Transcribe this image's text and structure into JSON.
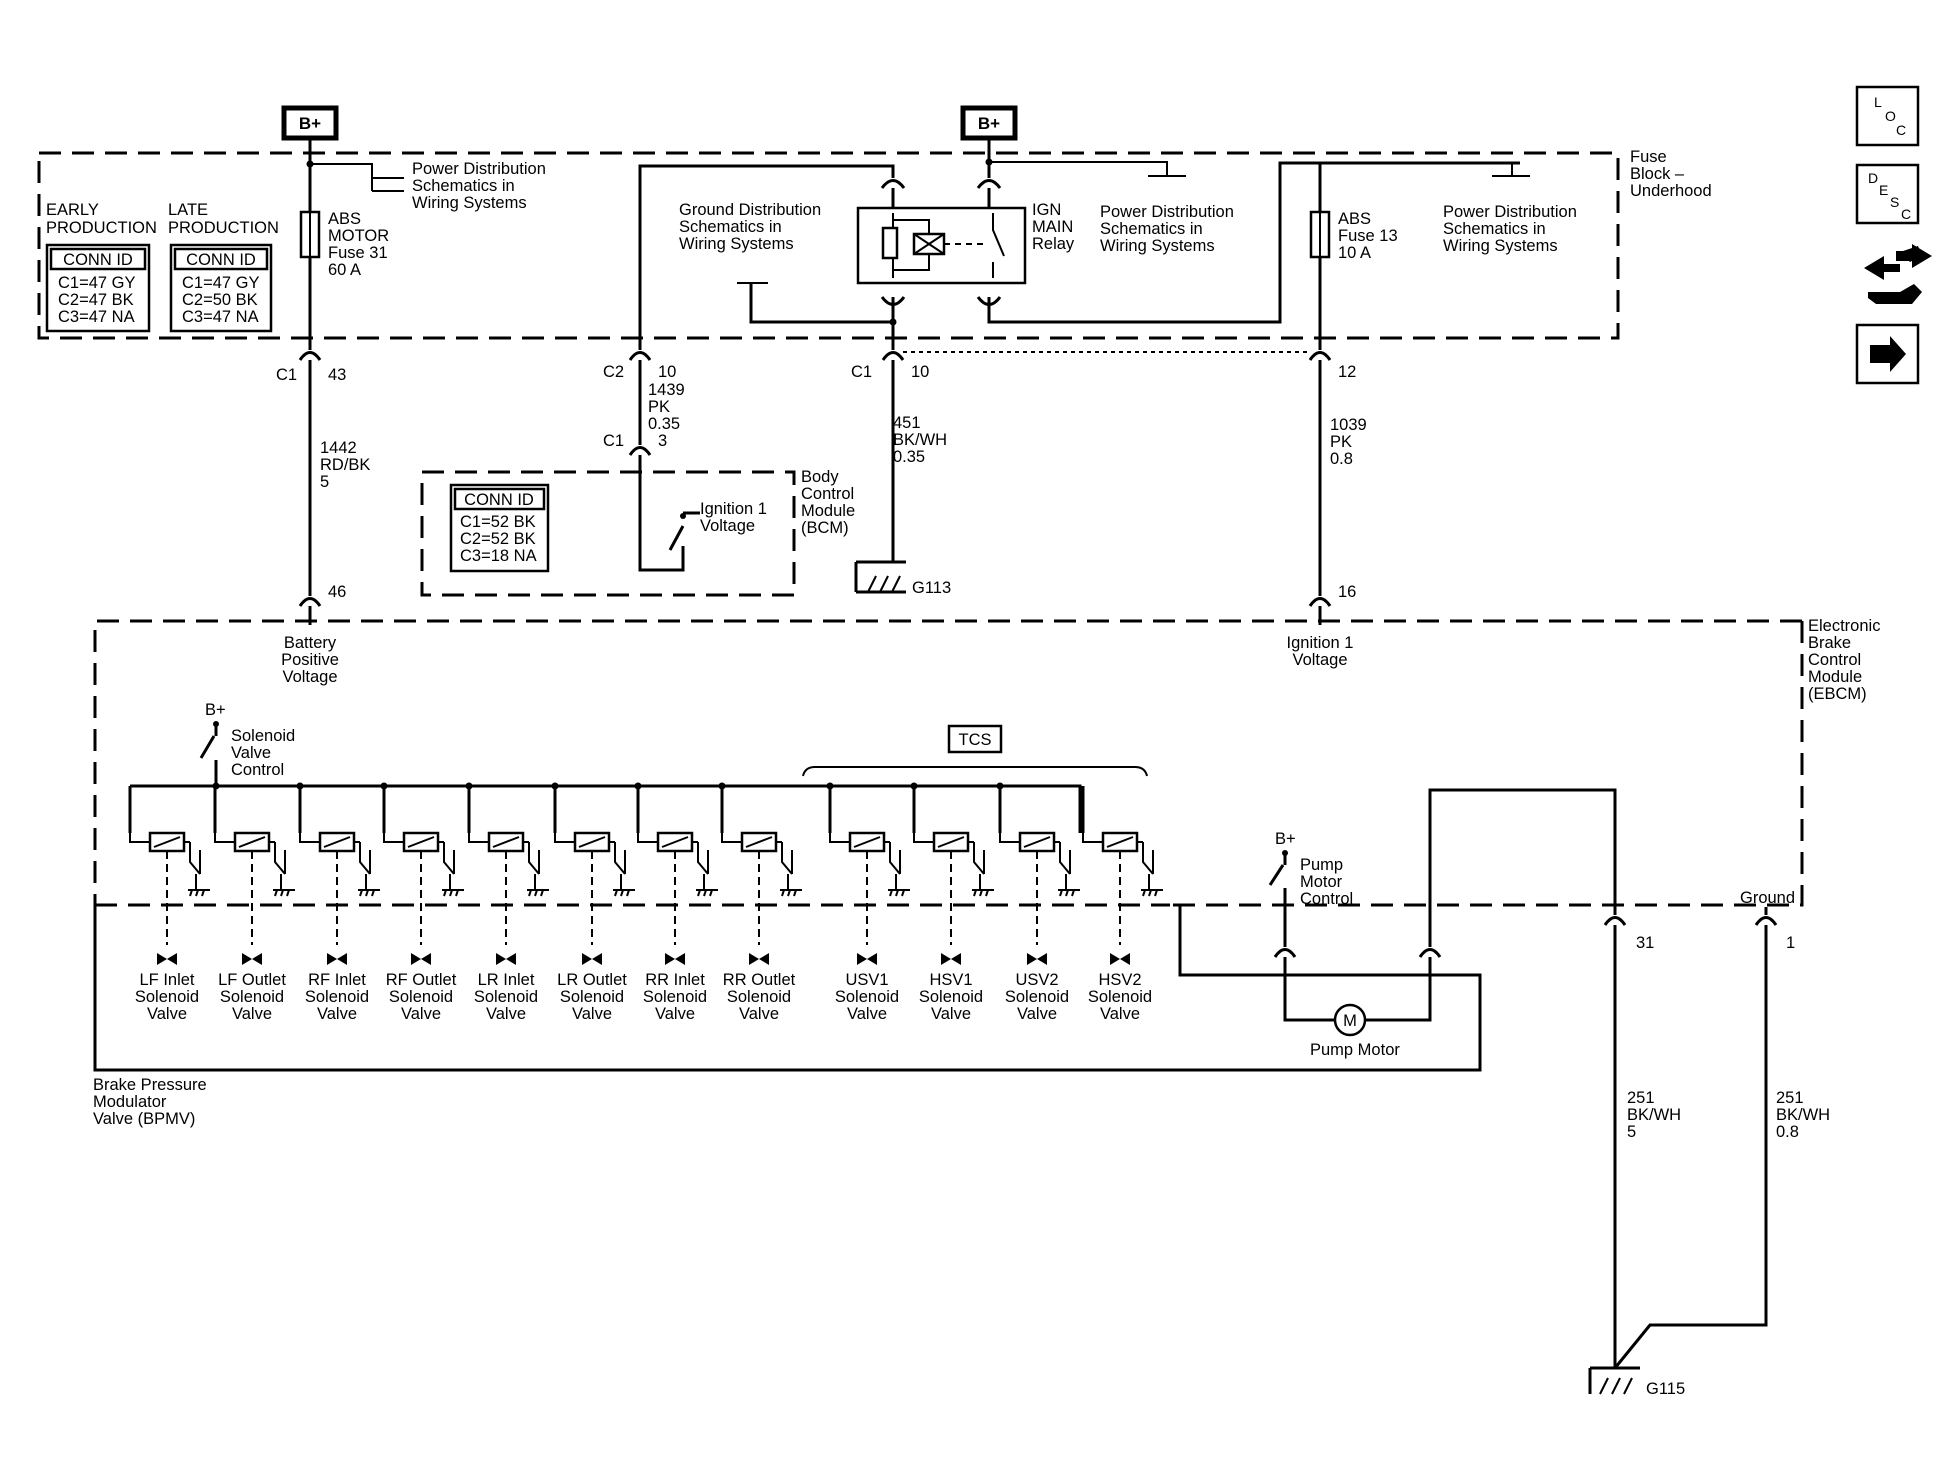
{
  "supply": {
    "bplus_left": "B+",
    "bplus_right": "B+",
    "bplus_solenoid": "B+",
    "bplus_pump": "B+"
  },
  "fuse_block": {
    "title": [
      "Fuse",
      "Block –",
      "Underhood"
    ]
  },
  "production": {
    "early_title": [
      "EARLY",
      "PRODUCTION"
    ],
    "late_title": [
      "LATE",
      "PRODUCTION"
    ],
    "early": {
      "header": "CONN ID",
      "rows": [
        "C1=47 GY",
        "C2=47 BK",
        "C3=47 NA"
      ]
    },
    "late": {
      "header": "CONN ID",
      "rows": [
        "C1=47 GY",
        "C2=50 BK",
        "C3=47 NA"
      ]
    }
  },
  "fuse31": {
    "lines": [
      "ABS",
      "MOTOR",
      "Fuse 31",
      "60 A"
    ]
  },
  "fuse13": {
    "lines": [
      "ABS",
      "Fuse 13",
      "10 A"
    ]
  },
  "relay": {
    "lines": [
      "IGN",
      "MAIN",
      "Relay"
    ]
  },
  "ref_power1": [
    "Power Distribution",
    "Schematics in",
    "Wiring Systems"
  ],
  "ref_power2": [
    "Power Distribution",
    "Schematics in",
    "Wiring Systems"
  ],
  "ref_power3": [
    "Power Distribution",
    "Schematics in",
    "Wiring Systems"
  ],
  "ref_ground": [
    "Ground Distribution",
    "Schematics in",
    "Wiring Systems"
  ],
  "connectors": {
    "c1_43": {
      "name": "C1",
      "pin": "43"
    },
    "c2_10": {
      "name": "C2",
      "pin": "10"
    },
    "c1_3": {
      "name": "C1",
      "pin": "3"
    },
    "c1_10": {
      "name": "C1",
      "pin": "10"
    },
    "pin_12": "12",
    "pin_46": "46",
    "pin_16": "16",
    "pin_31": "31",
    "pin_1": "1"
  },
  "wires": {
    "w1442": [
      "1442",
      "RD/BK",
      "5"
    ],
    "w1439": [
      "1439",
      "PK",
      "0.35"
    ],
    "w451": [
      "451",
      "BK/WH",
      "0.35"
    ],
    "w1039": [
      "1039",
      "PK",
      "0.8"
    ],
    "w251a": [
      "251",
      "BK/WH",
      "5"
    ],
    "w251b": [
      "251",
      "BK/WH",
      "0.8"
    ]
  },
  "bcm": {
    "title": [
      "Body",
      "Control",
      "Module",
      "(BCM)"
    ],
    "conn": {
      "header": "CONN ID",
      "rows": [
        "C1=52 BK",
        "C2=52 BK",
        "C3=18 NA"
      ]
    },
    "switch": [
      "Ignition 1",
      "Voltage"
    ]
  },
  "grounds": {
    "g113": "G113",
    "g115": "G115"
  },
  "ebcm": {
    "title": [
      "Electronic",
      "Brake",
      "Control",
      "Module",
      "(EBCM)"
    ],
    "battery": [
      "Battery",
      "Positive",
      "Voltage"
    ],
    "ignition": [
      "Ignition 1",
      "Voltage"
    ],
    "solenoid_control": [
      "Solenoid",
      "Valve",
      "Control"
    ],
    "tcs": "TCS",
    "pump_control": [
      "Pump",
      "Motor",
      "Control"
    ],
    "ground": "Ground"
  },
  "bpmv": {
    "title": [
      "Brake Pressure",
      "Modulator",
      "Valve (BPMV)"
    ],
    "valves": [
      [
        "LF Inlet",
        "Solenoid",
        "Valve"
      ],
      [
        "LF Outlet",
        "Solenoid",
        "Valve"
      ],
      [
        "RF Inlet",
        "Solenoid",
        "Valve"
      ],
      [
        "RF Outlet",
        "Solenoid",
        "Valve"
      ],
      [
        "LR Inlet",
        "Solenoid",
        "Valve"
      ],
      [
        "LR Outlet",
        "Solenoid",
        "Valve"
      ],
      [
        "RR Inlet",
        "Solenoid",
        "Valve"
      ],
      [
        "RR Outlet",
        "Solenoid",
        "Valve"
      ],
      [
        "USV1",
        "Solenoid",
        "Valve"
      ],
      [
        "HSV1",
        "Solenoid",
        "Valve"
      ],
      [
        "USV2",
        "Solenoid",
        "Valve"
      ],
      [
        "HSV2",
        "Solenoid",
        "Valve"
      ]
    ],
    "pump_motor": "Pump Motor",
    "motor_symbol": "M"
  },
  "side_icons": [
    "loc-icon",
    "desc-icon",
    "troubleshoot-icon",
    "next-arrow-icon"
  ],
  "side_text": {
    "loc": [
      "L",
      "O",
      "C"
    ],
    "desc": [
      "D",
      "E",
      "S",
      "C"
    ]
  }
}
